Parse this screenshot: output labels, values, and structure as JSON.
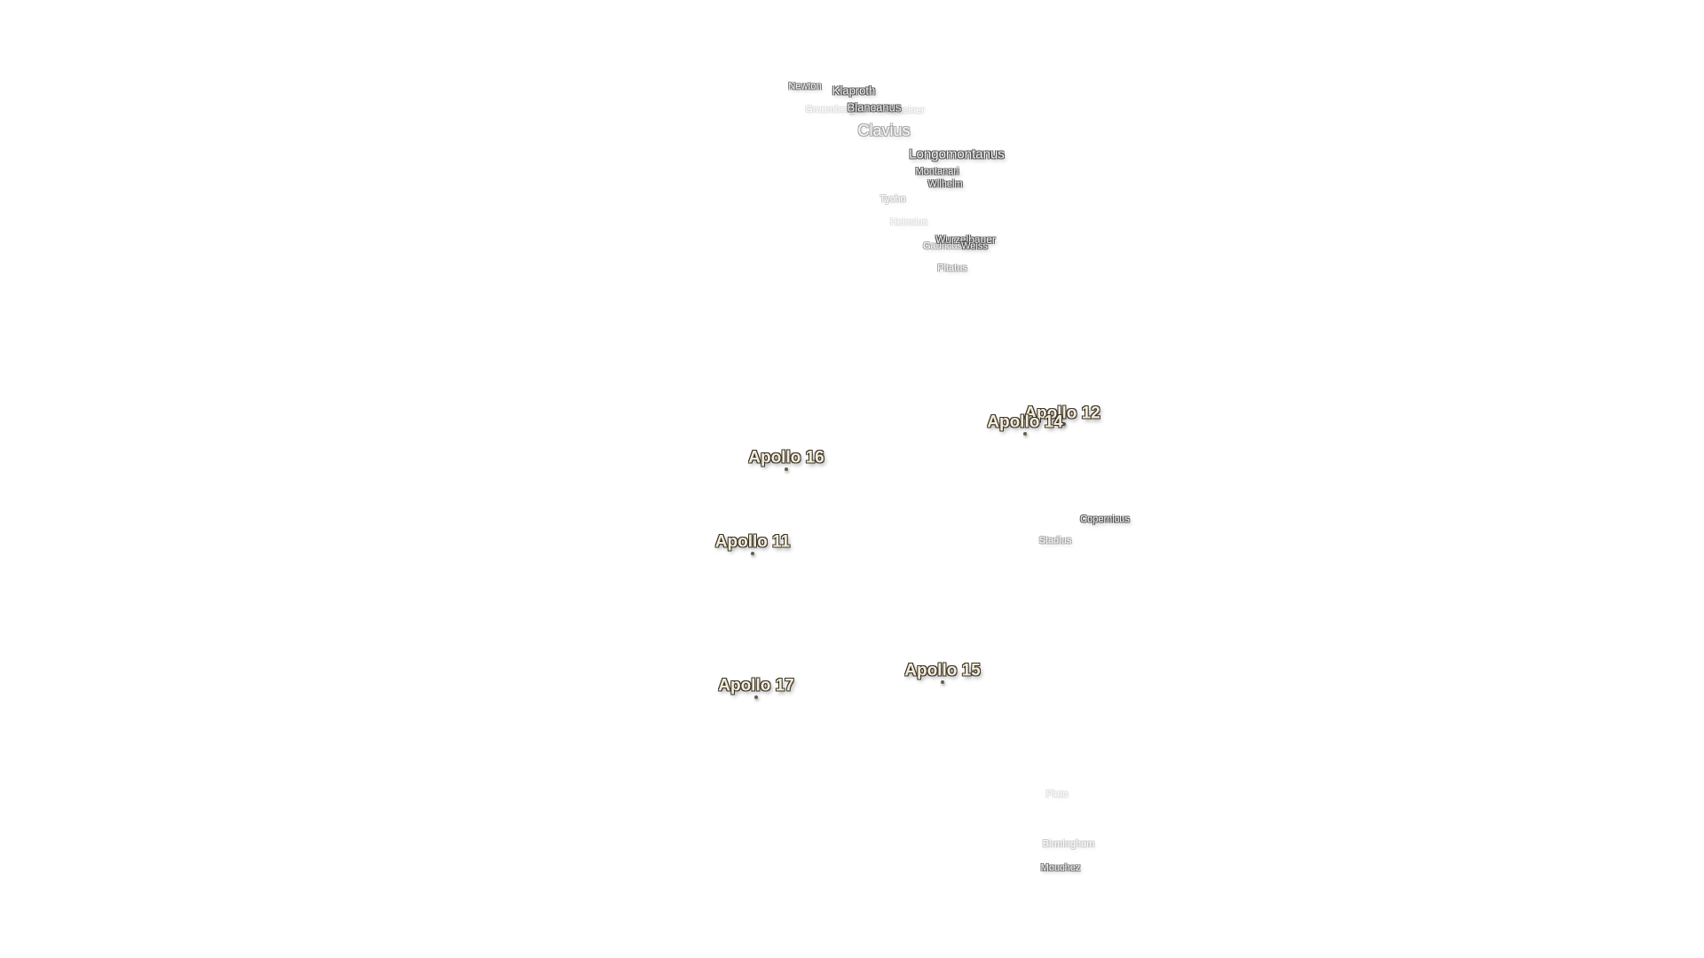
{
  "craters": [
    {
      "id": "newton",
      "name": "Newton"
    },
    {
      "id": "klaproth",
      "name": "Klaproth"
    },
    {
      "id": "gruemberger",
      "name": "Gruemberger"
    },
    {
      "id": "blancanus",
      "name": "Blancanus"
    },
    {
      "id": "scheiner",
      "name": "Scheiner"
    },
    {
      "id": "clavius",
      "name": "Clavius"
    },
    {
      "id": "longomontanus",
      "name": "Longomontanus"
    },
    {
      "id": "montanari",
      "name": "Montanari"
    },
    {
      "id": "wilhelm",
      "name": "Wilhelm"
    },
    {
      "id": "tycho",
      "name": "Tycho"
    },
    {
      "id": "heinsius",
      "name": "Heinsius"
    },
    {
      "id": "wurzelbauer",
      "name": "Wurzelbauer"
    },
    {
      "id": "gauricus",
      "name": "Gauricus"
    },
    {
      "id": "weiss",
      "name": "Weiss"
    },
    {
      "id": "pitatus",
      "name": "Pitatus"
    },
    {
      "id": "copernicus",
      "name": "Copernicus"
    },
    {
      "id": "stadius",
      "name": "Stadius"
    },
    {
      "id": "plato",
      "name": "Plato"
    },
    {
      "id": "birmingham",
      "name": "Birmingham"
    },
    {
      "id": "mouchez",
      "name": "Mouchez"
    }
  ],
  "landing_sites": [
    {
      "id": "apollo-12",
      "name": "Apollo 12"
    },
    {
      "id": "apollo-14",
      "name": "Apollo 14"
    },
    {
      "id": "apollo-16",
      "name": "Apollo 16"
    },
    {
      "id": "apollo-11",
      "name": "Apollo 11"
    },
    {
      "id": "apollo-15",
      "name": "Apollo 15"
    },
    {
      "id": "apollo-17",
      "name": "Apollo 17"
    }
  ]
}
